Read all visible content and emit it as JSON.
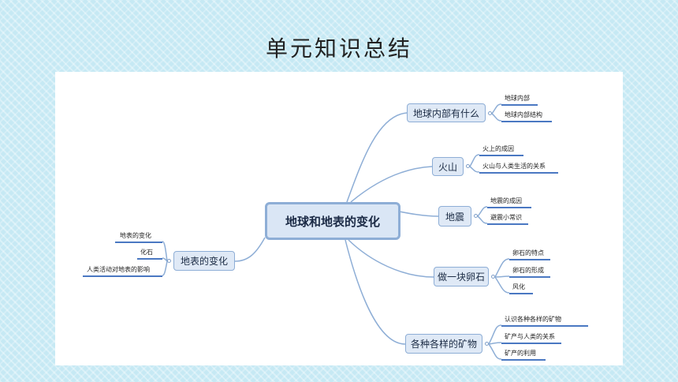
{
  "page": {
    "title": "单元知识总结"
  },
  "mindmap": {
    "root": "地球和地表的变化",
    "branches": [
      {
        "label": "地球内部有什么",
        "children": [
          "地球内部",
          "地球内部结构"
        ]
      },
      {
        "label": "火山",
        "children": [
          "火上的成因",
          "火山与人类生活的关系"
        ]
      },
      {
        "label": "地震",
        "children": [
          "地震的成因",
          "避震小常识"
        ]
      },
      {
        "label": "做一块卵石",
        "children": [
          "卵石的特点",
          "卵石的形成",
          "风化"
        ]
      },
      {
        "label": "各种各样的矿物",
        "children": [
          "认识各种各样的矿物",
          "矿产与人类的关系",
          "矿产的利用"
        ]
      },
      {
        "label": "地表的变化",
        "children": [
          "地表的变化",
          "化石",
          "人类活动对地表的影响"
        ]
      }
    ]
  },
  "colors": {
    "background": "#c6e9f4",
    "node_fill": "#dfe9f6",
    "node_border": "#8eaed6",
    "underline": "#4a78c2",
    "connector": "#8eaed6"
  }
}
